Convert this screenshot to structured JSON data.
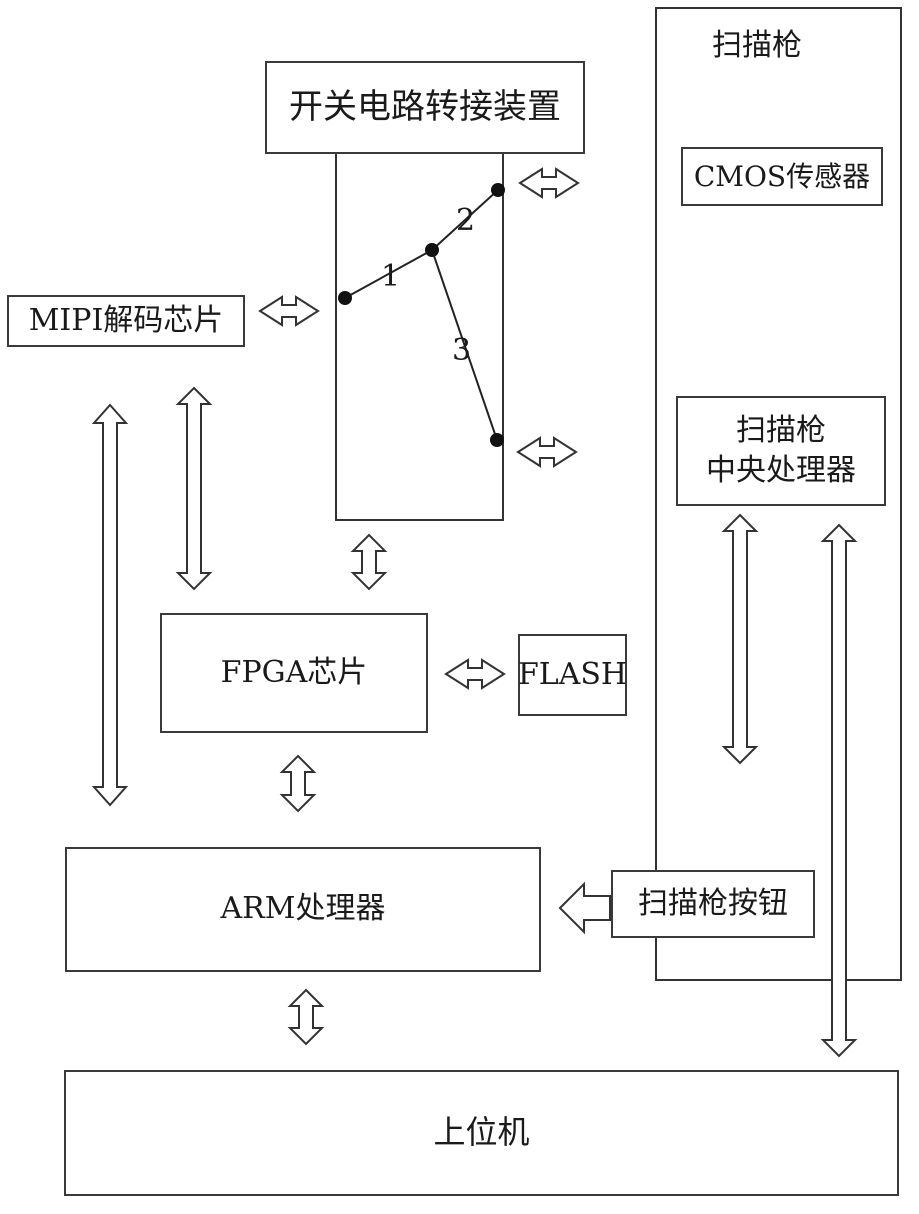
{
  "nodes": {
    "switch_device": "开关电路转接装置",
    "mipi_chip": "MIPI解码芯片",
    "fpga_chip": "FPGA芯片",
    "flash": "FLASH",
    "arm_processor": "ARM处理器",
    "host": "上位机",
    "scan_gun": "扫描枪",
    "cmos_sensor": "CMOS传感器",
    "scan_gun_cpu_line1": "扫描枪",
    "scan_gun_cpu_line2": "中央处理器",
    "scan_gun_button": "扫描枪按钮"
  },
  "switch_labels": {
    "pos1": "1",
    "pos2": "2",
    "pos3": "3"
  }
}
